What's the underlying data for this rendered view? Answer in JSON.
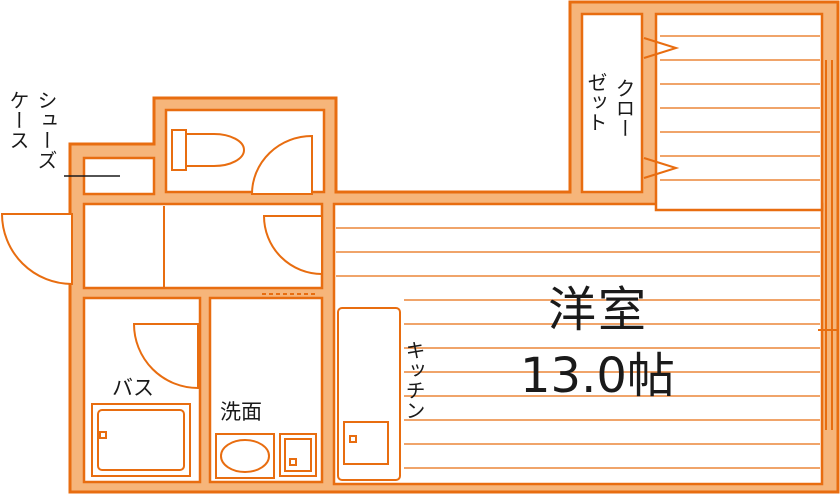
{
  "colors": {
    "wall_outer": "#e86d10",
    "wall_fill": "#f6b57a",
    "floor_lines": "#e86d10",
    "text": "#1a1a1a"
  },
  "rooms": {
    "main_room_name": "洋室",
    "main_room_size": "13.0帖",
    "closet_label": [
      "クロー",
      "ゼット"
    ],
    "shoe_case_label": [
      "シューズ",
      "ケース"
    ],
    "kitchen_label": "キッチン",
    "bath_label": "バス",
    "washroom_label": "洗面"
  },
  "fixtures": [
    "toilet-icon",
    "bathtub-icon",
    "wash-basin-icon",
    "washing-machine-pan-icon",
    "sink-icon"
  ]
}
